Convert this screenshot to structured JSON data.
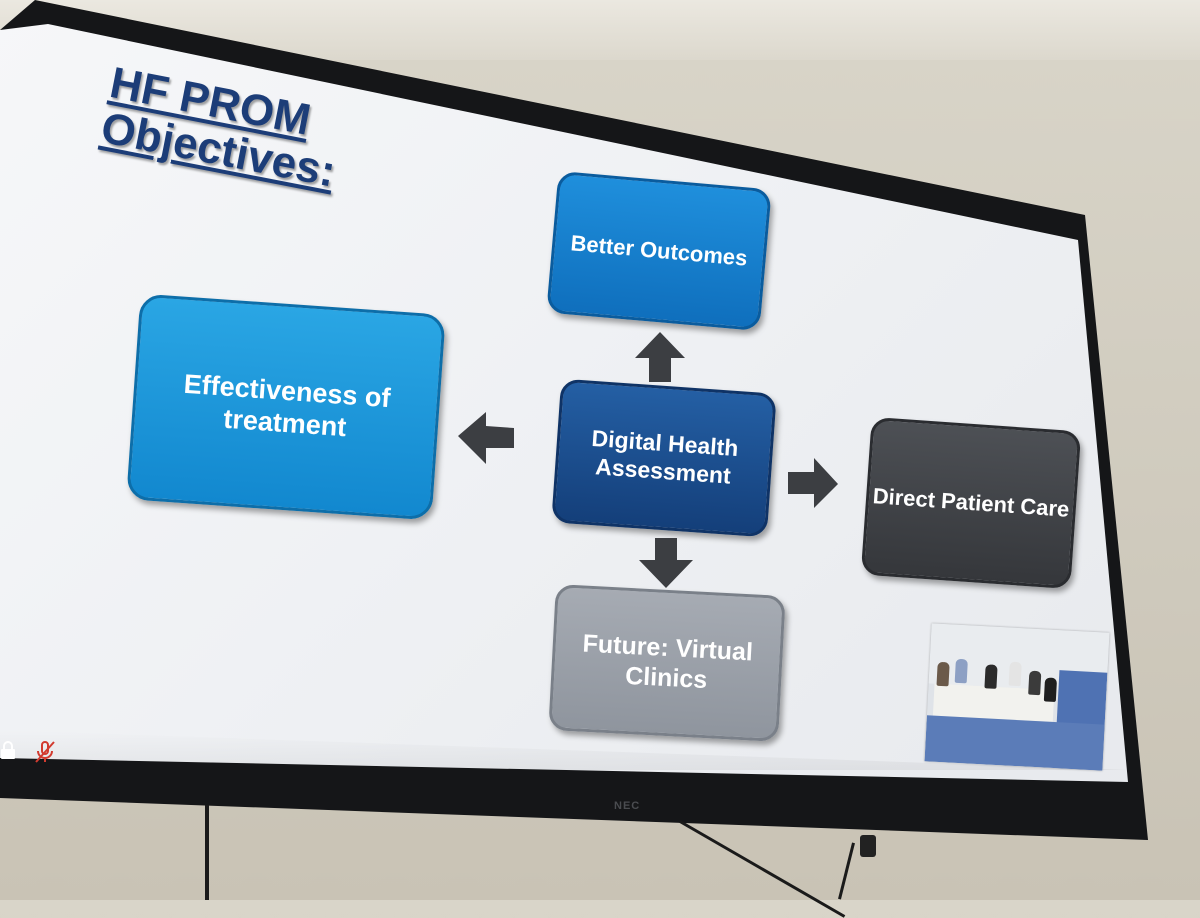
{
  "slide": {
    "title_line1": "HF PROM",
    "title_line2": "Objectives:",
    "boxes": {
      "better_outcomes": "Better Outcomes",
      "effectiveness": "Effectiveness of treatment",
      "digital_assessment": "Digital Health Assessment",
      "direct_patient_care": "Direct Patient Care",
      "future_virtual_clinics": "Future: Virtual Clinics"
    }
  },
  "monitor": {
    "brand": "NEC"
  },
  "meeting_controls": {
    "icons": [
      "lock-icon",
      "mic-muted-icon"
    ]
  },
  "colors": {
    "title": "#1c3d78",
    "better_outcomes": "#1f8fdc",
    "effectiveness": "#2aa6e4",
    "digital_assessment": "#245fa4",
    "direct_patient_care": "#4d5055",
    "future_virtual_clinics": "#a6abb3",
    "arrow": "#3c3e42",
    "mic_muted": "#d23b2f"
  }
}
